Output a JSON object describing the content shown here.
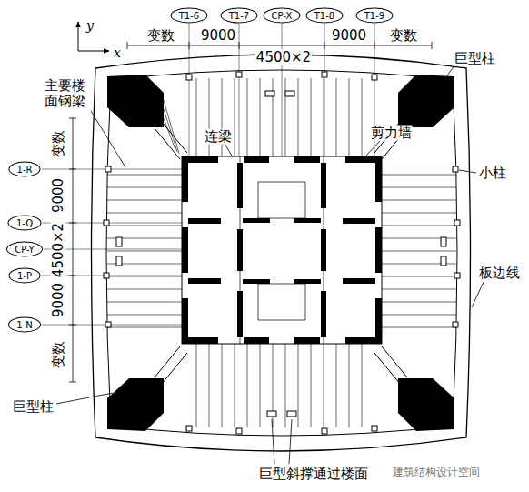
{
  "diagram": {
    "nodes": [
      {
        "text": [
          "T1-6"
        ]
      },
      {
        "text": [
          "T1-7"
        ]
      },
      {
        "text": [
          "CP-X"
        ]
      },
      {
        "text": [
          "T1-8"
        ]
      },
      {
        "text": [
          "T1-9"
        ]
      },
      {
        "text": [
          "1-R"
        ]
      },
      {
        "text": [
          "1-Q"
        ]
      },
      {
        "text": [
          "CP-Y"
        ]
      },
      {
        "text": [
          "1-P"
        ]
      },
      {
        "text": [
          "1-N"
        ]
      }
    ],
    "labels": [
      "变数",
      "9000",
      "4500×2",
      "9000",
      "变数",
      "巨型柱",
      "主要楼面钢梁",
      "连梁",
      "剪力墙",
      "小柱",
      "变数",
      "9000",
      "4500×2",
      "9000",
      "变数",
      "板边线",
      "巨型柱",
      "巨型斜撑通过楼面",
      "建筑结构设计空间",
      "y",
      "x"
    ]
  }
}
